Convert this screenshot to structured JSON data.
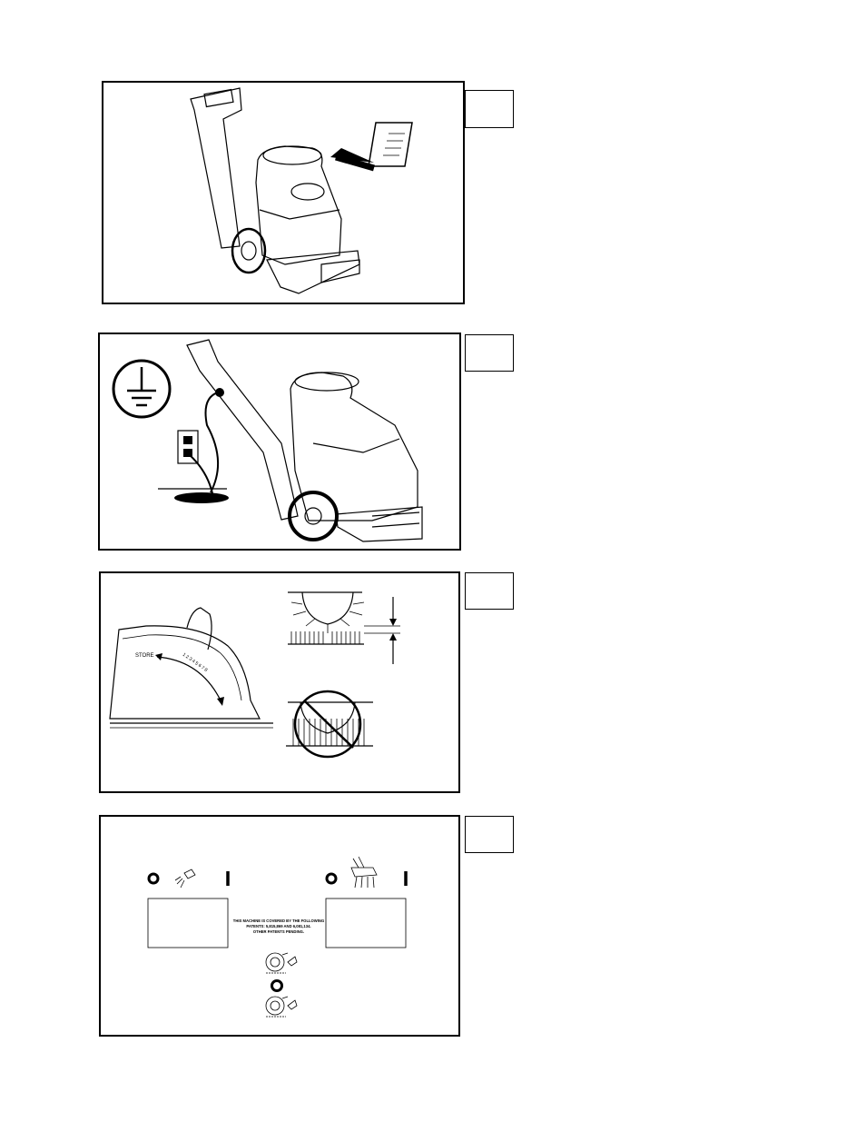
{
  "figure3": {
    "store_label": "STORE",
    "scale_numbers": "1 2 3 4 5 6 7 8"
  },
  "figure4": {
    "patent_line1": "THIS MACHINE IS COVERED BY THE FOLLOWING",
    "patent_line2": "PATENTS: 5,815,869 AND 6,081,134.",
    "patent_line3": "OTHER PATENTS PENDING."
  }
}
